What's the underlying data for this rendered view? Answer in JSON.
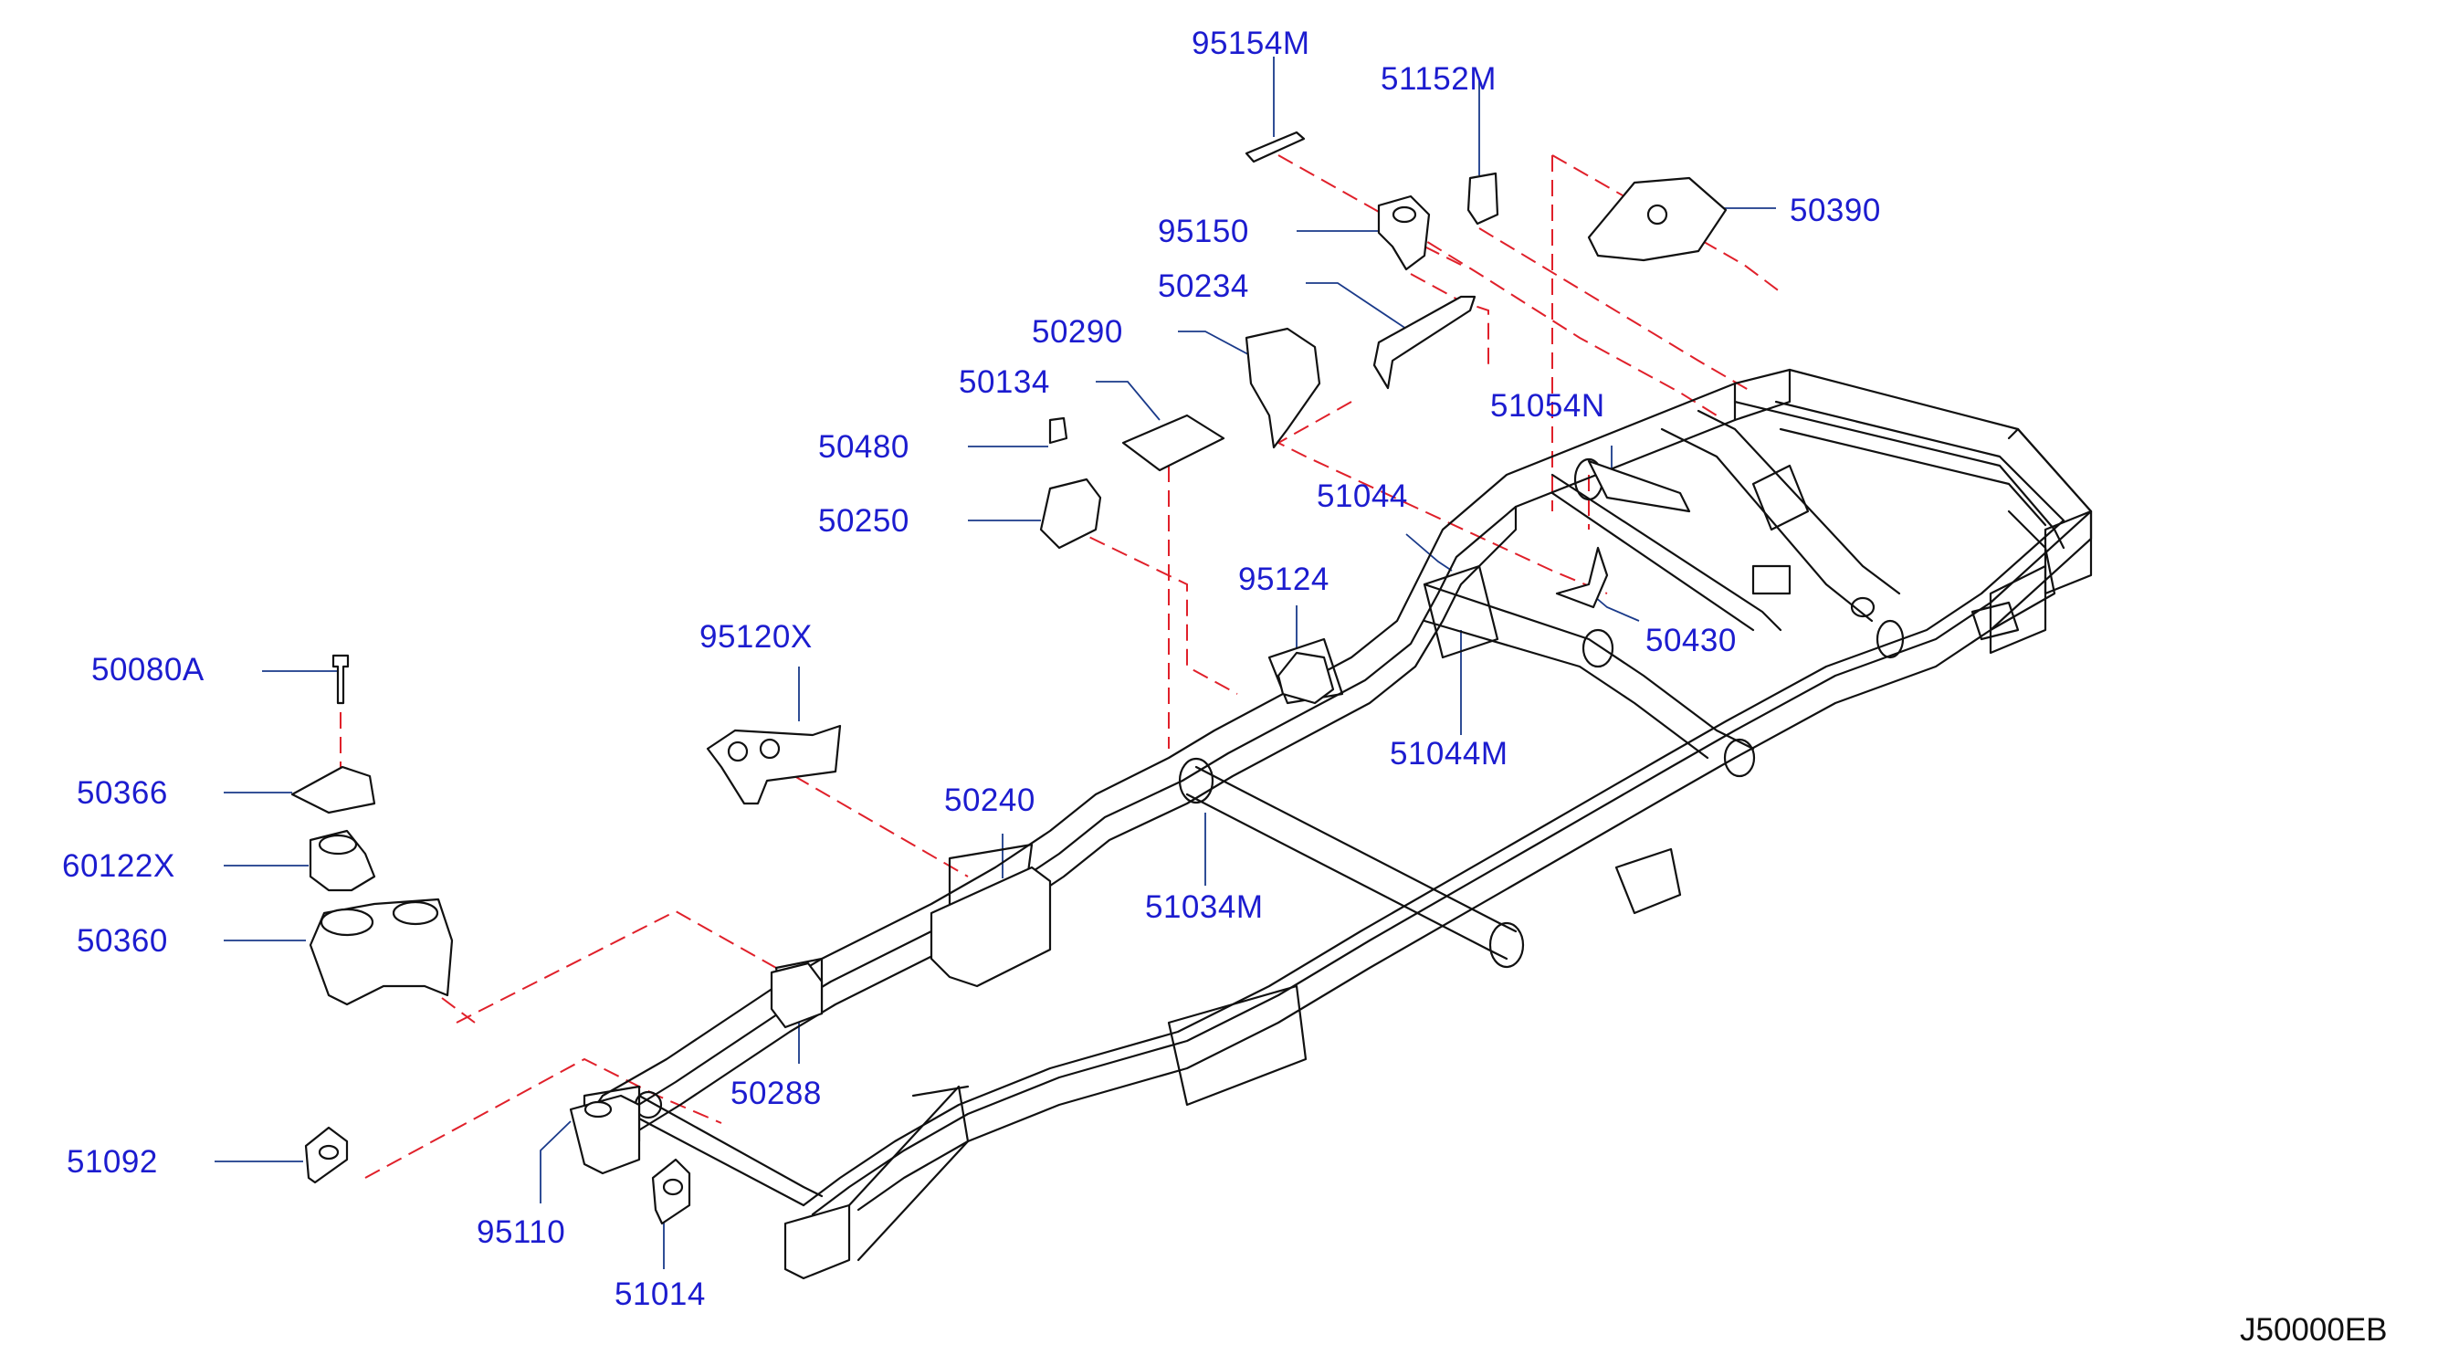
{
  "diagram_code": "J50000EB",
  "colors": {
    "label": "#1c1ccf",
    "leader": "#1a3a8a",
    "dashed_guide": "#e0202a",
    "line_art": "#111111"
  },
  "labels": {
    "p95154M": "95154M",
    "p51152M": "51152M",
    "p50390": "50390",
    "p95150": "95150",
    "p50234": "50234",
    "p50290": "50290",
    "p50134": "50134",
    "p51054N": "51054N",
    "p50480": "50480",
    "p50250": "50250",
    "p51044": "51044",
    "p95124": "95124",
    "p50430": "50430",
    "p95120X": "95120X",
    "p50080A": "50080A",
    "p51044M": "51044M",
    "p50366": "50366",
    "p50240": "50240",
    "p60122X": "60122X",
    "p51034M": "51034M",
    "p50360": "50360",
    "p50288": "50288",
    "p51092": "51092",
    "p95110": "95110",
    "p51014": "51014"
  }
}
